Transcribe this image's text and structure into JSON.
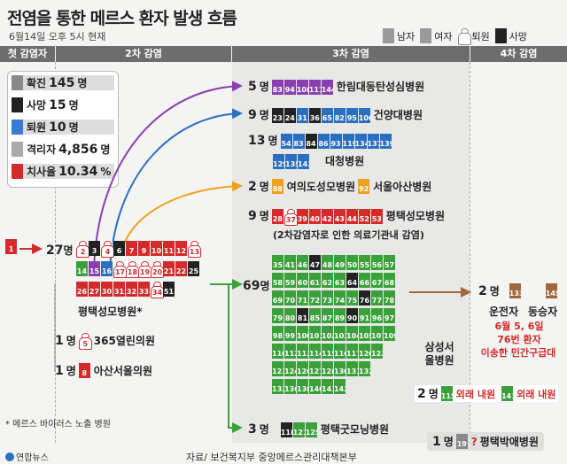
{
  "title": "전염을 통한 메르스 환자 발생 흐름",
  "subtitle": "6월14일 오후 5시 현재",
  "legend": [
    {
      "label": "남자",
      "color": "#9a9a9a"
    },
    {
      "label": "여자",
      "color": "#9a9a9a"
    },
    {
      "label": "퇴원",
      "color": "#ffffff"
    },
    {
      "label": "사망",
      "color": "#222222"
    }
  ],
  "stages": [
    "첫 감염자",
    "2차 감염",
    "3차 감염",
    "4차 감염"
  ],
  "stats": [
    {
      "label": "확진",
      "value": "145",
      "unit": "명",
      "color": "#888888"
    },
    {
      "label": "사망",
      "value": "15",
      "unit": "명",
      "color": "#222222"
    },
    {
      "label": "퇴원",
      "value": "10",
      "unit": "명",
      "color": "#3a7bd5"
    },
    {
      "label": "격리자",
      "value": "4,856",
      "unit": "명",
      "color": "#aaaaaa"
    },
    {
      "label": "치사율",
      "value": "10.34",
      "unit": "%",
      "color": "#d42a2a"
    }
  ],
  "patient_zero": {
    "count": "27",
    "unit": "명",
    "ids": [
      "1"
    ]
  },
  "second_row1": [
    "2",
    "3",
    "4",
    "6",
    "7",
    "9",
    "10",
    "11",
    "12",
    "13"
  ],
  "second_row2": [
    "14",
    "15",
    "16",
    "17",
    "18",
    "19",
    "20",
    "21",
    "22",
    "25"
  ],
  "second_row3": [
    "26",
    "27",
    "30",
    "31",
    "32",
    "33",
    "34",
    "51"
  ],
  "second_hospital": "평택성모병원*",
  "side_hospitals": [
    {
      "count": "1",
      "unit": "명",
      "id": "5",
      "name": "365열린의원"
    },
    {
      "count": "1",
      "unit": "명",
      "id": "8",
      "name": "아산서울의원"
    }
  ],
  "footnote": "* 메르스 바이러스 노출 병원",
  "third": [
    {
      "count": "5",
      "unit": "명",
      "ids": [
        "83",
        "94",
        "108",
        "111",
        "144"
      ],
      "name": "한림대동탄성심병원"
    },
    {
      "count": "9",
      "unit": "명",
      "ids": [
        "23",
        "24",
        "31",
        "36",
        "65",
        "82",
        "95",
        "106"
      ],
      "name": "건양대병원"
    },
    {
      "count": "13",
      "unit": "명",
      "ids": [
        "54",
        "83",
        "84",
        "86",
        "93",
        "119",
        "134",
        "137",
        "139"
      ],
      "ids2": [
        "129",
        "135",
        "143"
      ],
      "name": "대청병원"
    },
    {
      "count": "2",
      "unit": "명",
      "ids": [
        "88",
        "92"
      ],
      "name": "여의도성모병원",
      "name2": "서울아산병원"
    },
    {
      "count": "9",
      "unit": "명",
      "ids": [
        "28",
        "37",
        "39",
        "40",
        "42",
        "43",
        "44",
        "52",
        "53"
      ],
      "name": "평택성모병원",
      "note": "(2차감염자로 인한 의료기관내 감염)"
    },
    {
      "count": "69",
      "unit": "명",
      "name": "삼성서울병원"
    },
    {
      "count": "3",
      "unit": "명",
      "ids": [
        "118",
        "121",
        "125"
      ],
      "name": "평택굿모닝병원"
    }
  ],
  "samsung_rows": [
    [
      "35",
      "41",
      "46",
      "47",
      "48",
      "49",
      "50",
      "55",
      "56",
      "57"
    ],
    [
      "58",
      "59",
      "60",
      "61",
      "62",
      "63",
      "64",
      "66",
      "67",
      "68"
    ],
    [
      "69",
      "70",
      "71",
      "72",
      "73",
      "74",
      "75",
      "76",
      "77",
      "78"
    ],
    [
      "79",
      "80",
      "81",
      "85",
      "87",
      "89",
      "90",
      "91",
      "96",
      "97"
    ],
    [
      "98",
      "99",
      "100",
      "101",
      "102",
      "103",
      "104",
      "105",
      "107",
      "109"
    ],
    [
      "110",
      "112",
      "113",
      "114",
      "115",
      "116",
      "117",
      "120",
      "122"
    ],
    [
      "123",
      "124",
      "126",
      "127",
      "128",
      "130",
      "131",
      "132"
    ],
    [
      "133",
      "136",
      "138",
      "140",
      "141",
      "142"
    ]
  ],
  "outpatient": {
    "count": "2",
    "unit": "명",
    "id1": "115",
    "label1": "외래 내원",
    "id2": "141",
    "label2": "외래 내원"
  },
  "fourth": {
    "count": "2",
    "unit": "명",
    "ids": [
      "133",
      "145"
    ],
    "roles": [
      "운전자",
      "동승자"
    ],
    "desc1": "6월 5, 6일",
    "desc2": "76번 환자",
    "desc3": "이송한 민간구급대"
  },
  "bottom_right": {
    "count": "1",
    "unit": "명",
    "id": "19",
    "mark": "?",
    "name": "평택박애병원"
  },
  "source": "자료/ 보건복지부 중앙메르스관리대책본부",
  "logo": "연합뉴스"
}
